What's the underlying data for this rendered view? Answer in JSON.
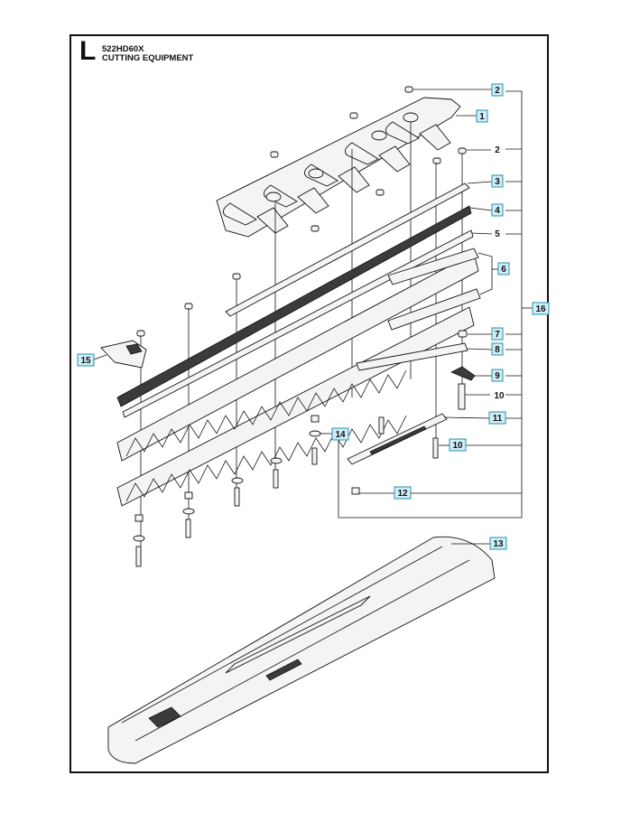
{
  "header": {
    "section_letter": "L",
    "model": "522HD60X",
    "title": "CUTTING EQUIPMENT"
  },
  "callouts": {
    "c1": "1",
    "c2a": "2",
    "c2b": "2",
    "c3": "3",
    "c4": "4",
    "c5": "5",
    "c6": "6",
    "c7": "7",
    "c8": "8",
    "c9": "9",
    "c10a": "10",
    "c10b": "10",
    "c11": "11",
    "c12": "12",
    "c13": "13",
    "c14": "14",
    "c15": "15",
    "c16": "16"
  },
  "colors": {
    "frame": "#111111",
    "callout_fill": "#cfeef5",
    "callout_border": "#2a8fb0"
  }
}
